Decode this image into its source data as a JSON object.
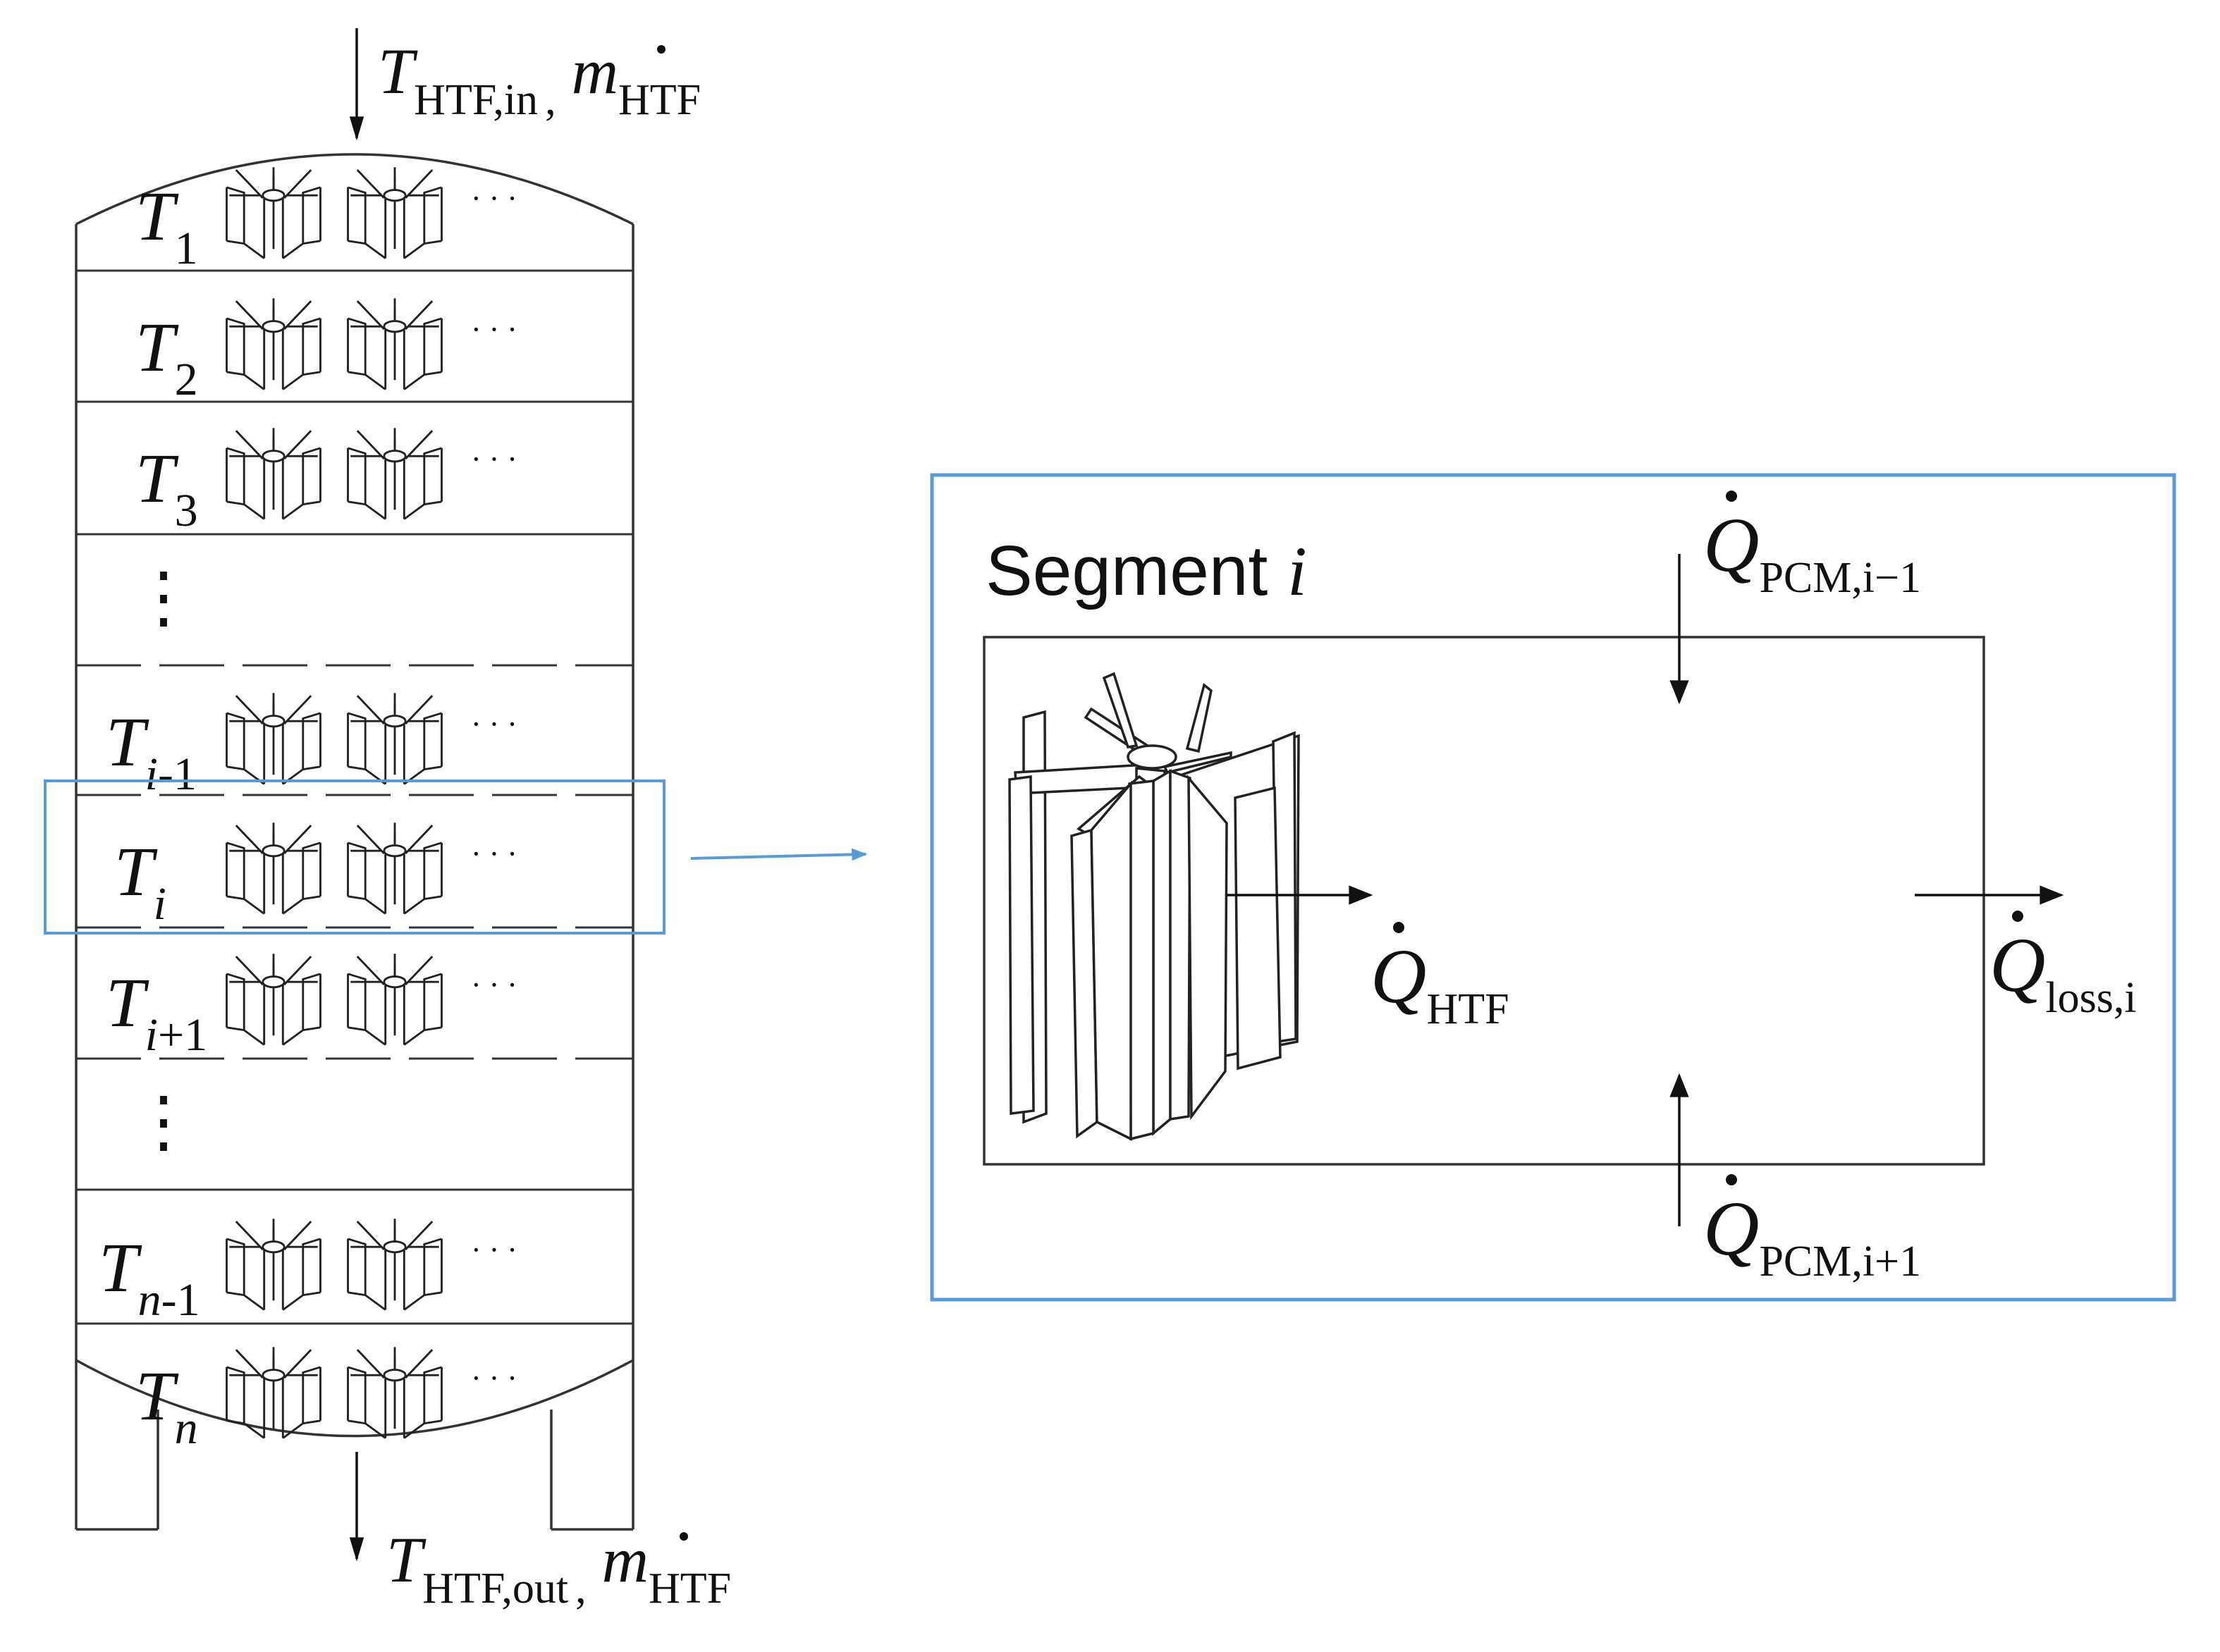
{
  "inlet": {
    "temp_base": "T",
    "temp_sub": "HTF,in",
    "sep": ",",
    "mass_base": "m",
    "mass_sub": "HTF"
  },
  "outlet": {
    "temp_base": "T",
    "temp_sub": "HTF,out",
    "sep": ",",
    "mass_base": "m",
    "mass_sub": "HTF"
  },
  "segments": [
    {
      "base": "T",
      "sub": "1"
    },
    {
      "base": "T",
      "sub": "2"
    },
    {
      "base": "T",
      "sub": "3"
    },
    {
      "base": "T",
      "sub": "i-1"
    },
    {
      "base": "T",
      "sub": "i"
    },
    {
      "base": "T",
      "sub": "i+1"
    },
    {
      "base": "T",
      "sub": "n-1"
    },
    {
      "base": "T",
      "sub": "n"
    }
  ],
  "ellipsis": "· · ·",
  "vertical_ellipsis": "⋮",
  "detail": {
    "title_text": "Segment ",
    "title_var": "i",
    "q_pcm_top": {
      "base": "Q",
      "sub": "PCM,i−1"
    },
    "q_pcm_bottom": {
      "base": "Q",
      "sub": "PCM,i+1"
    },
    "q_htf": {
      "base": "Q",
      "sub": "HTF"
    },
    "q_loss": {
      "base": "Q",
      "sub": "loss,i"
    }
  },
  "colors": {
    "highlight": "#5b9bd5",
    "line": "#333333"
  }
}
